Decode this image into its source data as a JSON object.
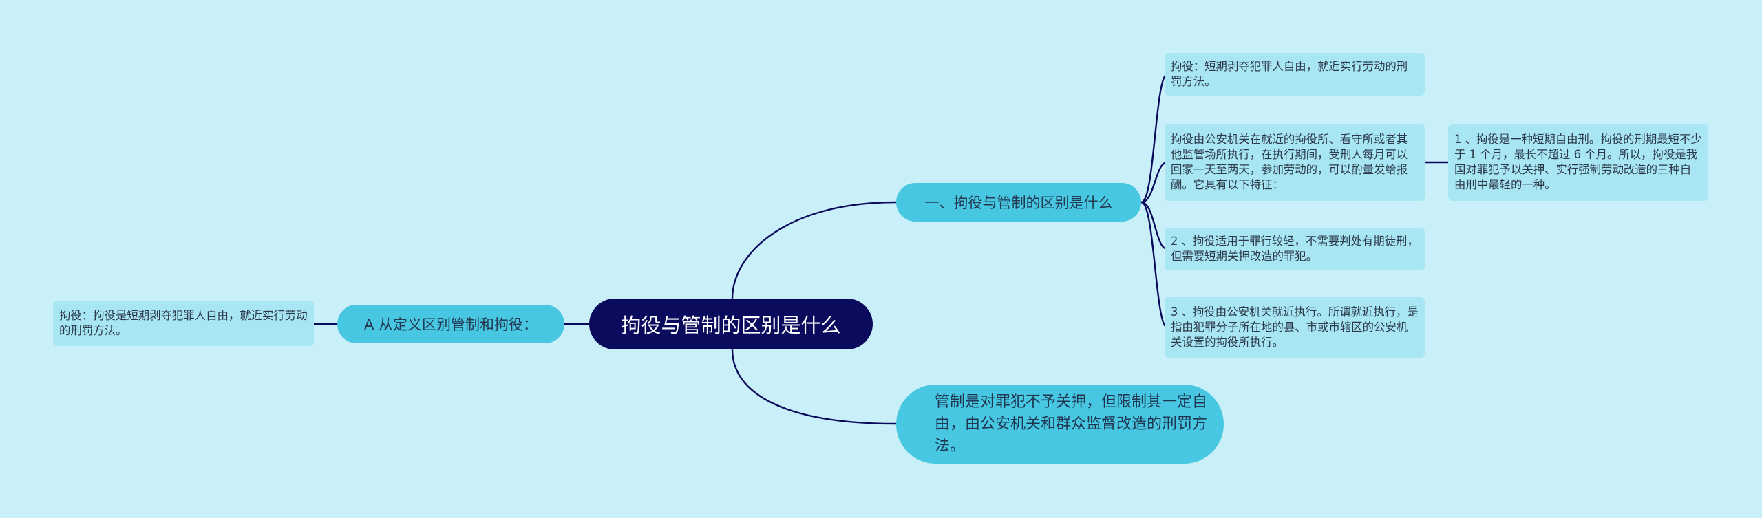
{
  "root": {
    "label": "拘役与管制的区别是什么"
  },
  "branches": {
    "diff": {
      "label": "一、拘役与管制的区别是什么"
    },
    "define": {
      "label": "A 从定义区别管制和拘役："
    },
    "guanzhi": {
      "label": "管制是对罪犯不予关押，但限制其一定自由，由公安机关和群众监督改造的刑罚方法。"
    }
  },
  "leaves": {
    "juyi_def_right": {
      "text": "拘役：短期剥夺犯罪人自由，就近实行劳动的刑罚方法。"
    },
    "juyi_exec": {
      "text": "拘役由公安机关在就近的拘役所、看守所或者其他监管场所执行，在执行期间，受刑人每月可以回家一天至两天，参加劳动的，可以酌量发给报酬。它具有以下特征："
    },
    "feature1": {
      "text": " 1 、拘役是一种短期自由刑。拘役的刑期最短不少于 1 个月，最长不超过 6 个月。所以，拘役是我国对罪犯予以关押、实行强制劳动改造的三种自由刑中最轻的一种。"
    },
    "feature2": {
      "text": " 2 、拘役适用于罪行较轻，不需要判处有期徒刑，但需要短期关押改造的罪犯。"
    },
    "feature3": {
      "text": " 3 、拘役由公安机关就近执行。所谓就近执行，是指由犯罪分子所在地的县、市或市辖区的公安机关设置的拘役所执行。"
    },
    "juyi_def_left": {
      "text": "拘役：拘役是短期剥夺犯罪人自由，就近实行劳动的刑罚方法。"
    }
  },
  "colors": {
    "background": "#c9f0f8",
    "root": "#0a0b5c",
    "branch": "#47c7e1",
    "leaf": "#a9e6f4",
    "link": "#0a0b5c"
  }
}
